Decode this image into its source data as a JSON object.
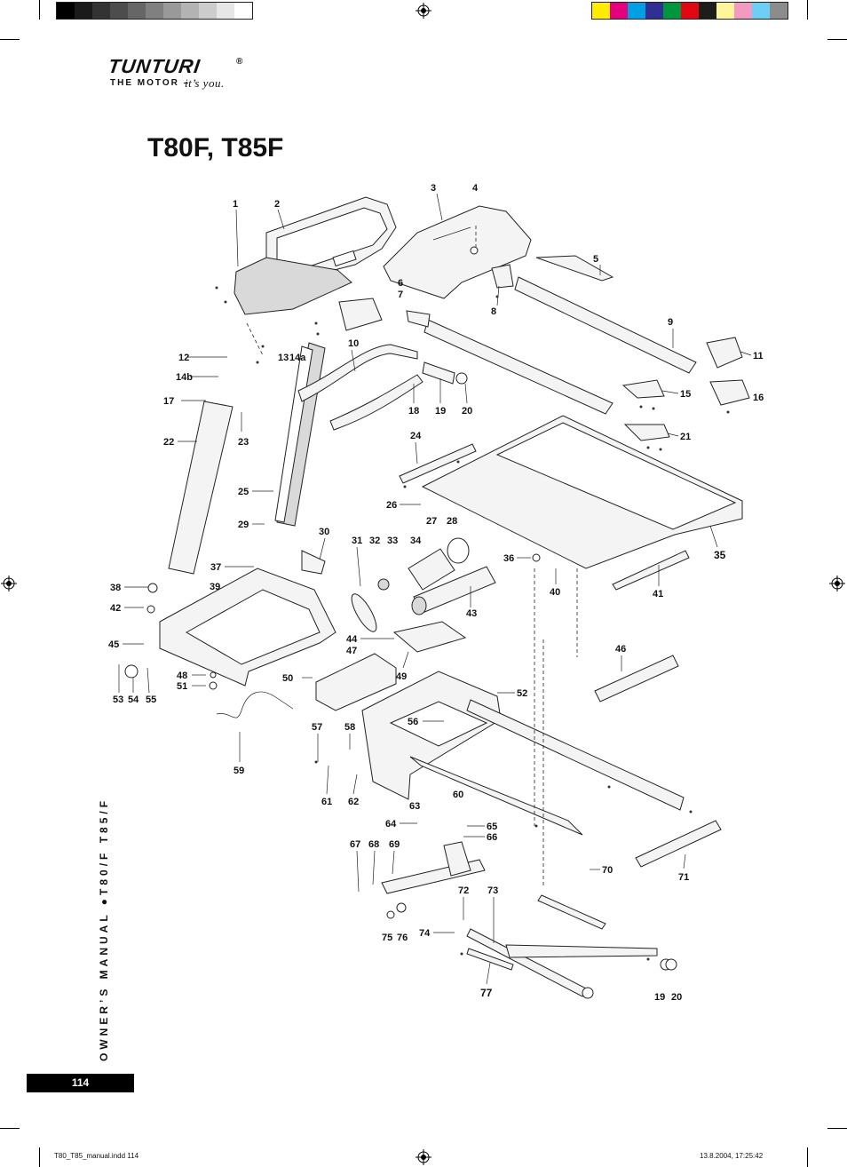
{
  "header": {
    "brand": "TUNTURI",
    "registered_mark": "®",
    "tagline_caps": "THE MOTOR –",
    "tagline_italic": "it’s you."
  },
  "title": "T80F, T85F",
  "sidebar": "OWNER’S MANUAL ●T80/F T85/F",
  "page_number": "114",
  "footer": {
    "file": "T80_T85_manual.indd   114",
    "timestamp": "13.8.2004, 17:25:42"
  },
  "color_bar": {
    "grays": [
      "#000000",
      "#1a1a1a",
      "#333333",
      "#4d4d4d",
      "#666666",
      "#808080",
      "#999999",
      "#b3b3b3",
      "#cccccc",
      "#e6e6e6",
      "#ffffff"
    ],
    "colors": [
      "#ffec00",
      "#e5007e",
      "#00a0e3",
      "#2e3192",
      "#00963f",
      "#e30613",
      "#1d1d1b",
      "#fff59b",
      "#f49ac1",
      "#6dcff6",
      "#8c8c8c"
    ]
  },
  "part_labels": [
    "1",
    "2",
    "3",
    "4",
    "5",
    "6",
    "7",
    "8",
    "9",
    "10",
    "11",
    "12",
    "13",
    "14a",
    "14b",
    "15",
    "16",
    "17",
    "18",
    "19",
    "20",
    "21",
    "22",
    "23",
    "24",
    "25",
    "26",
    "27",
    "28",
    "29",
    "30",
    "31",
    "32",
    "33",
    "34",
    "35",
    "36",
    "37",
    "38",
    "39",
    "40",
    "41",
    "42",
    "43",
    "44",
    "45",
    "46",
    "47",
    "48",
    "49",
    "50",
    "51",
    "52",
    "53",
    "54",
    "55",
    "56",
    "57",
    "58",
    "59",
    "60",
    "61",
    "62",
    "63",
    "64",
    "65",
    "66",
    "67",
    "68",
    "69",
    "70",
    "71",
    "72",
    "73",
    "74",
    "75",
    "76",
    "77",
    "19",
    "20"
  ]
}
